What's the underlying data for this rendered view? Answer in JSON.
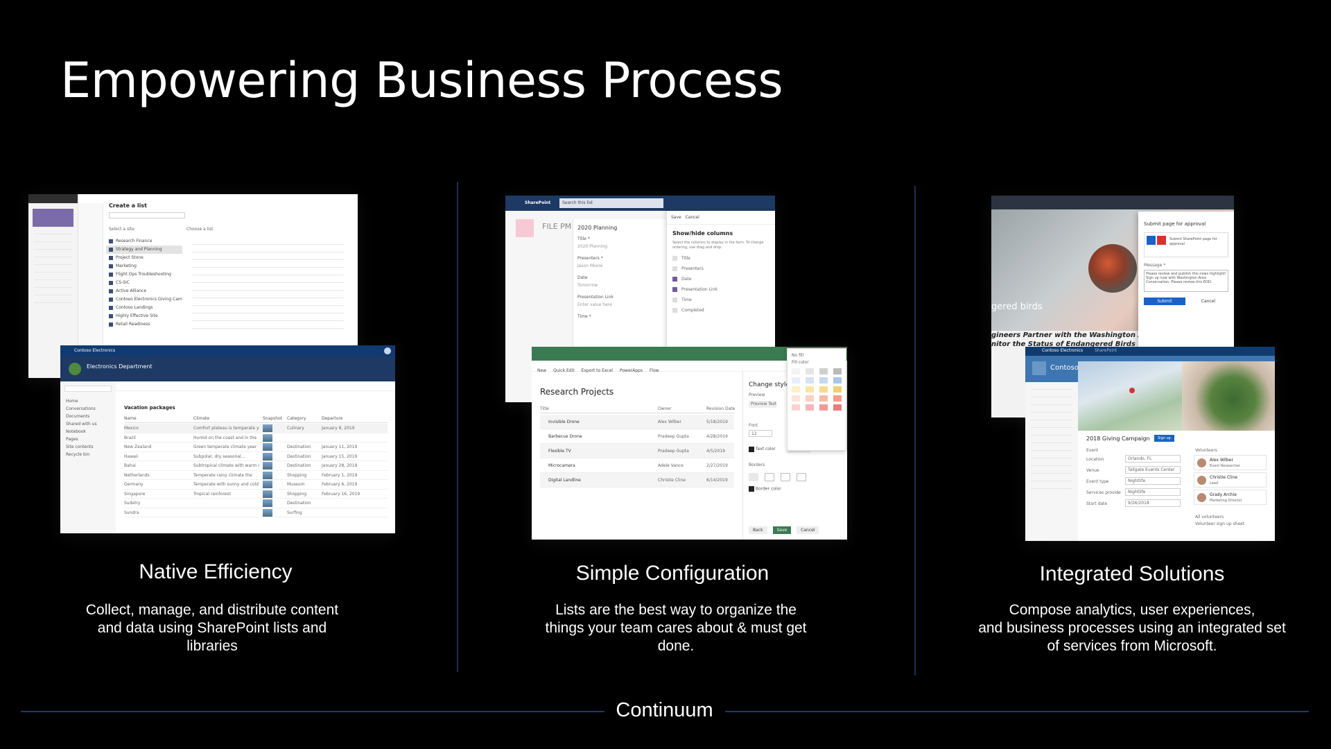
{
  "title": "Empowering Business Process",
  "columns": [
    {
      "heading": "Native Efficiency",
      "body": [
        "Collect, manage, and distribute content",
        "and data using SharePoint lists and",
        "libraries"
      ]
    },
    {
      "heading": "Simple Configuration",
      "body": [
        "Lists are the best way to organize the",
        "things your team cares about & must get",
        "done."
      ]
    },
    {
      "heading": "Integrated Solutions",
      "body": [
        "Compose analytics, user experiences,",
        "and business processes using an integrated set",
        "of services from Microsoft."
      ]
    }
  ],
  "footer": "Continuum",
  "shots": {
    "create_list": {
      "heading": "Create a list",
      "select_site": "Select a site",
      "choose_list": "Choose a list",
      "sites": [
        "Research Finance",
        "Strategy and Planning",
        "Project Stone",
        "Marketing",
        "Flight Ops Troubleshooting",
        "CS-SIC",
        "Active Alliance",
        "Contoso Electronics Giving Campaign",
        "Contoso Landings",
        "Highly Effective Site",
        "Retail Readiness"
      ]
    },
    "electronics": {
      "brand": "Contoso Electronics",
      "site_title": "Electronics Department",
      "list_title": "Vacation packages",
      "nav": [
        "Home",
        "Conversations",
        "Documents",
        "Shared with us",
        "Notebook",
        "Pages",
        "Site contents",
        "Recycle bin"
      ],
      "cols": [
        "Name",
        "Climate",
        "Snapshot",
        "Category",
        "Departure"
      ],
      "rows": [
        [
          "Mexico",
          "Comfort plateau is temperate year",
          "Culinary",
          "January 8, 2019"
        ],
        [
          "Brazil",
          "Humid on the coast and in the",
          "",
          ""
        ],
        [
          "New Zealand",
          "Green temperate climate year",
          "Destination",
          "January 11, 2019"
        ],
        [
          "Hawaii",
          "Subpolar, dry seasonal...",
          "Destination",
          "January 15, 2019"
        ],
        [
          "Bahai",
          "Subtropical climate with warm summer",
          "Destination",
          "January 28, 2019"
        ],
        [
          "Netherlands",
          "Temperate rainy climate the",
          "Shopping",
          "February 1, 2019"
        ],
        [
          "Germany",
          "Temperate with sunny and cold",
          "Museum",
          "February 6, 2019"
        ],
        [
          "Singapore",
          "Tropical rainforest",
          "Shopping",
          "February 16, 2019"
        ],
        [
          "Sudetry",
          "",
          "Destination",
          ""
        ],
        [
          "Sundra",
          "",
          "Surfing",
          ""
        ]
      ]
    },
    "file_pm": {
      "brand": "SharePoint",
      "search": "Search this list",
      "site": "FILE PM",
      "form_title": "2020 Planning",
      "fields": [
        "Title *",
        "2020 Planning",
        "Presenters *",
        "Jason Moore",
        "Date",
        "Tomorrow",
        "Presentation Link",
        "Enter value here",
        "Time *"
      ],
      "panel_title": "Show/hide columns",
      "panel_desc": "Select the columns to display in the form. To change ordering, use drag and drop.",
      "panel_items": [
        "Title",
        "Presenters",
        "Date",
        "Presentation Link",
        "Time",
        "Completed"
      ],
      "save": "Save",
      "cancel": "Cancel"
    },
    "research": {
      "toolbar": [
        "New",
        "Quick Edit",
        "Export to Excel",
        "PowerApps",
        "Flow"
      ],
      "list_title": "Research Projects",
      "cols": [
        "Title",
        "Owner",
        "Revision Date"
      ],
      "rows": [
        [
          "Invisible Drone",
          "Alex Wilber",
          "5/18/2019"
        ],
        [
          "Barbecue Drone",
          "Pradeep Gupta",
          "4/28/2019"
        ],
        [
          "Flexible TV",
          "Pradeep Gupta",
          "4/5/2019"
        ],
        [
          "Microcamera",
          "Adele Vance",
          "2/27/2019"
        ],
        [
          "Digital Landline",
          "Christie Cline",
          "6/14/2019"
        ]
      ],
      "style_title": "Change style",
      "preview": "Preview",
      "preview_text": "Preview Text",
      "font": "Font",
      "font_size": "12",
      "text_color": "Text color",
      "fill_color": "Fill color",
      "borders": "Borders",
      "border_color": "Border color",
      "no_fill": "No fill",
      "back": "Back",
      "save": "Save",
      "cancel": "Cancel"
    },
    "approval": {
      "banner_text": "gered birds",
      "headline1": "gineers Partner with the Washington A",
      "headline2": "nitor the Status of Endangered Birds",
      "dialog_title": "Submit page for approval",
      "flow_name": "Submit SharePoint page for approval",
      "message_label": "Message *",
      "message_text": "Please review and publish this news highlight! Sign up now with Washington Area Conservation. Please review this EOD.",
      "submit": "Submit",
      "cancel": "Cancel"
    },
    "giving": {
      "brand": "Contoso Electronics",
      "brand2": "SharePoint",
      "site_title": "Contoso",
      "campaign": "2018 Giving Campaign",
      "signup": "Sign up",
      "event": "Event",
      "fields": [
        [
          "Location",
          "Orlando, FL"
        ],
        [
          "Venue",
          "Tallgate Events Center"
        ],
        [
          "Event type",
          "Nightlife"
        ],
        [
          "Services provided",
          "Nightlife"
        ],
        [
          "Start date",
          "9/26/2018"
        ]
      ],
      "volunteers_label": "Volunteers",
      "volunteers": [
        [
          "Alex Wilber",
          "Event Researcher"
        ],
        [
          "Christie Cline",
          "Lead"
        ],
        [
          "Grady Archie",
          "Marketing Director"
        ]
      ],
      "all_volunteers": "All volunteers",
      "volunteer_signup": "Volunteer sign up sheet"
    }
  },
  "colors": {
    "background": "#000000",
    "divider": "#1c2e52",
    "sp_dark_blue": "#1e3964",
    "sp_green": "#3a7b52",
    "sp_purple": "#6f5b9e",
    "submit_blue": "#1a62c8"
  }
}
